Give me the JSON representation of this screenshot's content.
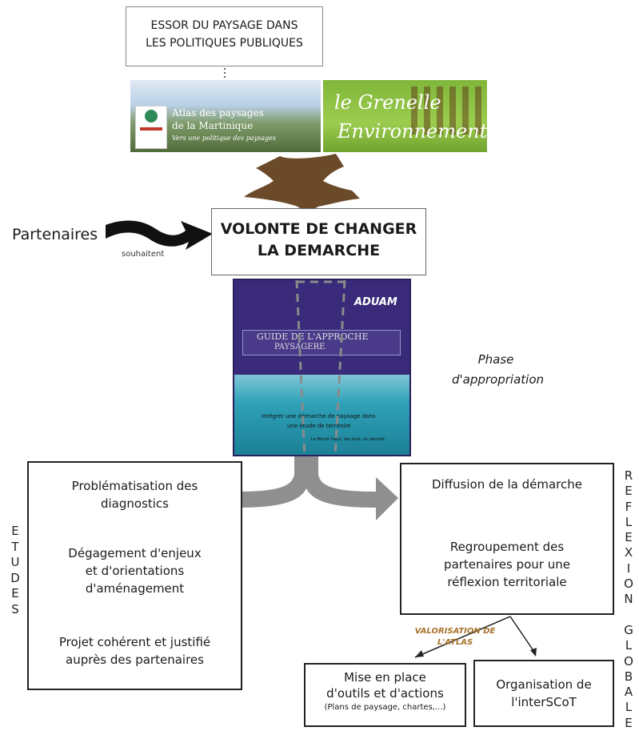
{
  "top_box": {
    "line1": "ESSOR DU PAYSAGE DANS",
    "line2": "LES POLITIQUES PUBLIQUES"
  },
  "atlas_image": {
    "title_line1": "Atlas des paysages",
    "title_line2": "de la Martinique",
    "subtitle": "Vers une politique des paysages"
  },
  "grenelle_image": {
    "line1": "le Grenelle",
    "line2": "Environnement"
  },
  "partenaires": {
    "label": "Partenaires",
    "arrow_label": "souhaitent"
  },
  "volonte_box": {
    "line1": "VOLONTE DE CHANGER",
    "line2": "LA DEMARCHE"
  },
  "guide_cover": {
    "logo": "ADUAM",
    "title_line1": "GUIDE DE L'APPROCHE",
    "title_line2": "PAYSAGERE",
    "body_line1": "Intégrer une démarche de paysage dans",
    "body_line2": "une étude de territoire",
    "caption": "Le Morne l'acul, des bois, un identité"
  },
  "phase": {
    "line1": "Phase",
    "line2": "d'appropriation"
  },
  "etudes_box": {
    "item1": [
      "Problématisation des",
      "diagnostics"
    ],
    "item2": [
      "Dégagement d'enjeux",
      "et d'orientations",
      "d'aménagement"
    ],
    "item3": [
      "Projet cohérent et justifié",
      "auprès des partenaires"
    ]
  },
  "etudes_letters": [
    "E",
    "T",
    "U",
    "D",
    "E",
    "S"
  ],
  "reflexion_box": {
    "item1": "Diffusion de la démarche",
    "item2": [
      "Regroupement des",
      "partenaires pour une",
      "réflexion territoriale"
    ]
  },
  "reflexion_letters": [
    "R",
    "E",
    "F",
    "L",
    "E",
    "X",
    "I",
    "O",
    "N",
    "",
    "G",
    "L",
    "O",
    "B",
    "A",
    "L",
    "E"
  ],
  "valorisation": {
    "line1": "VALORISATION DE",
    "line2": "L'ATLAS"
  },
  "mise_box": {
    "line1": "Mise en place",
    "line2": "d'outils et d'actions",
    "line3": "(Plans de paysage, chartes,...)"
  },
  "organisation_box": {
    "line1": "Organisation de",
    "line2": "l'interSCoT"
  },
  "colors": {
    "brown_arrow": "#6b4a2a",
    "grey_arrow": "#8f8f8f",
    "valorisation": "#a8732c",
    "guide_purple": "#3a2a7a",
    "guide_sea": "#2fa1b8",
    "grenelle_green": "#7fb63a"
  }
}
